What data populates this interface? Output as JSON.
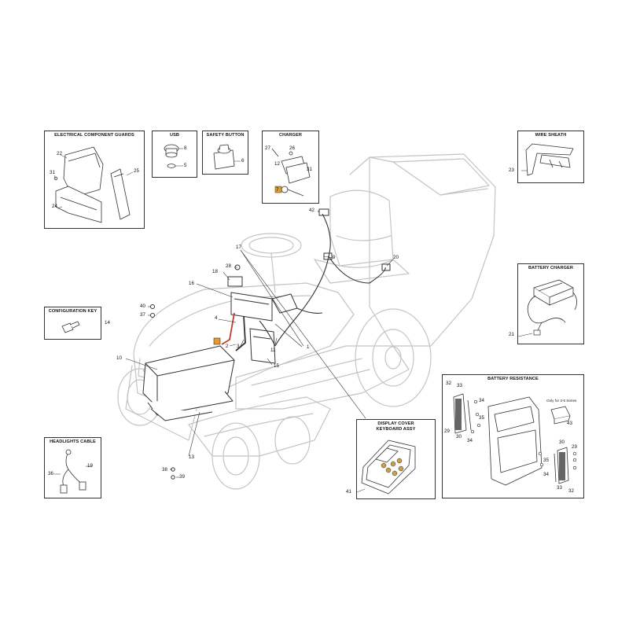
{
  "panels": {
    "electrical_guards": {
      "title": "ELECTRICAL COMPONENT GUARDS",
      "refs": [
        "22",
        "31",
        "24",
        "25"
      ]
    },
    "usb": {
      "title": "USB",
      "refs": [
        "8",
        "5"
      ]
    },
    "safety_button": {
      "title": "SAFETY BUTTON",
      "refs": [
        "6"
      ]
    },
    "charger": {
      "title": "CHARGER",
      "refs": [
        "27",
        "26",
        "12",
        "31",
        "7"
      ]
    },
    "wire_sheath": {
      "title": "WIRE SHEATH",
      "refs": [
        "23"
      ]
    },
    "configuration_key": {
      "title": "CONFIGURATION KEY",
      "refs": [
        "14"
      ]
    },
    "battery_charger": {
      "title": "BATTERY CHARGER",
      "refs": [
        "21"
      ]
    },
    "headlights_cable": {
      "title": "HEADLIGHTS CABLE",
      "refs": [
        "36",
        "19"
      ]
    },
    "display_cover": {
      "title_line1": "DISPLAY COVER",
      "title_line2": "KEYBOARD ASSY",
      "refs": [
        "41"
      ]
    },
    "battery_resistance": {
      "title": "BATTERY RESISTANCE",
      "note": "Only for 3-5 Series",
      "refs": [
        "32",
        "33",
        "34",
        "35",
        "29",
        "30",
        "34",
        "43",
        "30",
        "29",
        "35",
        "34",
        "33",
        "32"
      ]
    }
  },
  "main_refs": [
    "42",
    "9",
    "20",
    "17",
    "28",
    "18",
    "16",
    "40",
    "37",
    "4",
    "2",
    "3",
    "1",
    "10",
    "15",
    "11",
    "13",
    "38",
    "39"
  ],
  "colors": {
    "line": "#333333",
    "faint": "#c4c4c4",
    "accent_orange": "#e89a2c",
    "accent_red": "#c0392b",
    "key_gold": "#c9a04a"
  }
}
